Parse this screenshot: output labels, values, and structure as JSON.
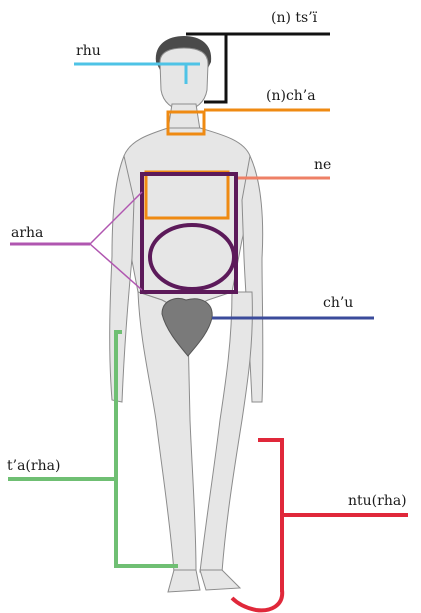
{
  "labels": {
    "tsi": "(n) ts’ï",
    "rhu": "rhu",
    "cha": "(n)ch’a",
    "ne": "ne",
    "arha": "arha",
    "chu": "ch’u",
    "ta": "t’a(rha)",
    "ntu": "ntu(rha)"
  },
  "colors": {
    "black": "#111111",
    "cyan": "#4ec3e6",
    "orange": "#ef8a12",
    "salmon": "#ee8066",
    "purple": "#5c1a5a",
    "magenta": "#b056b0",
    "navy": "#3b4b9b",
    "green": "#6fbf73",
    "red": "#e0283a"
  }
}
